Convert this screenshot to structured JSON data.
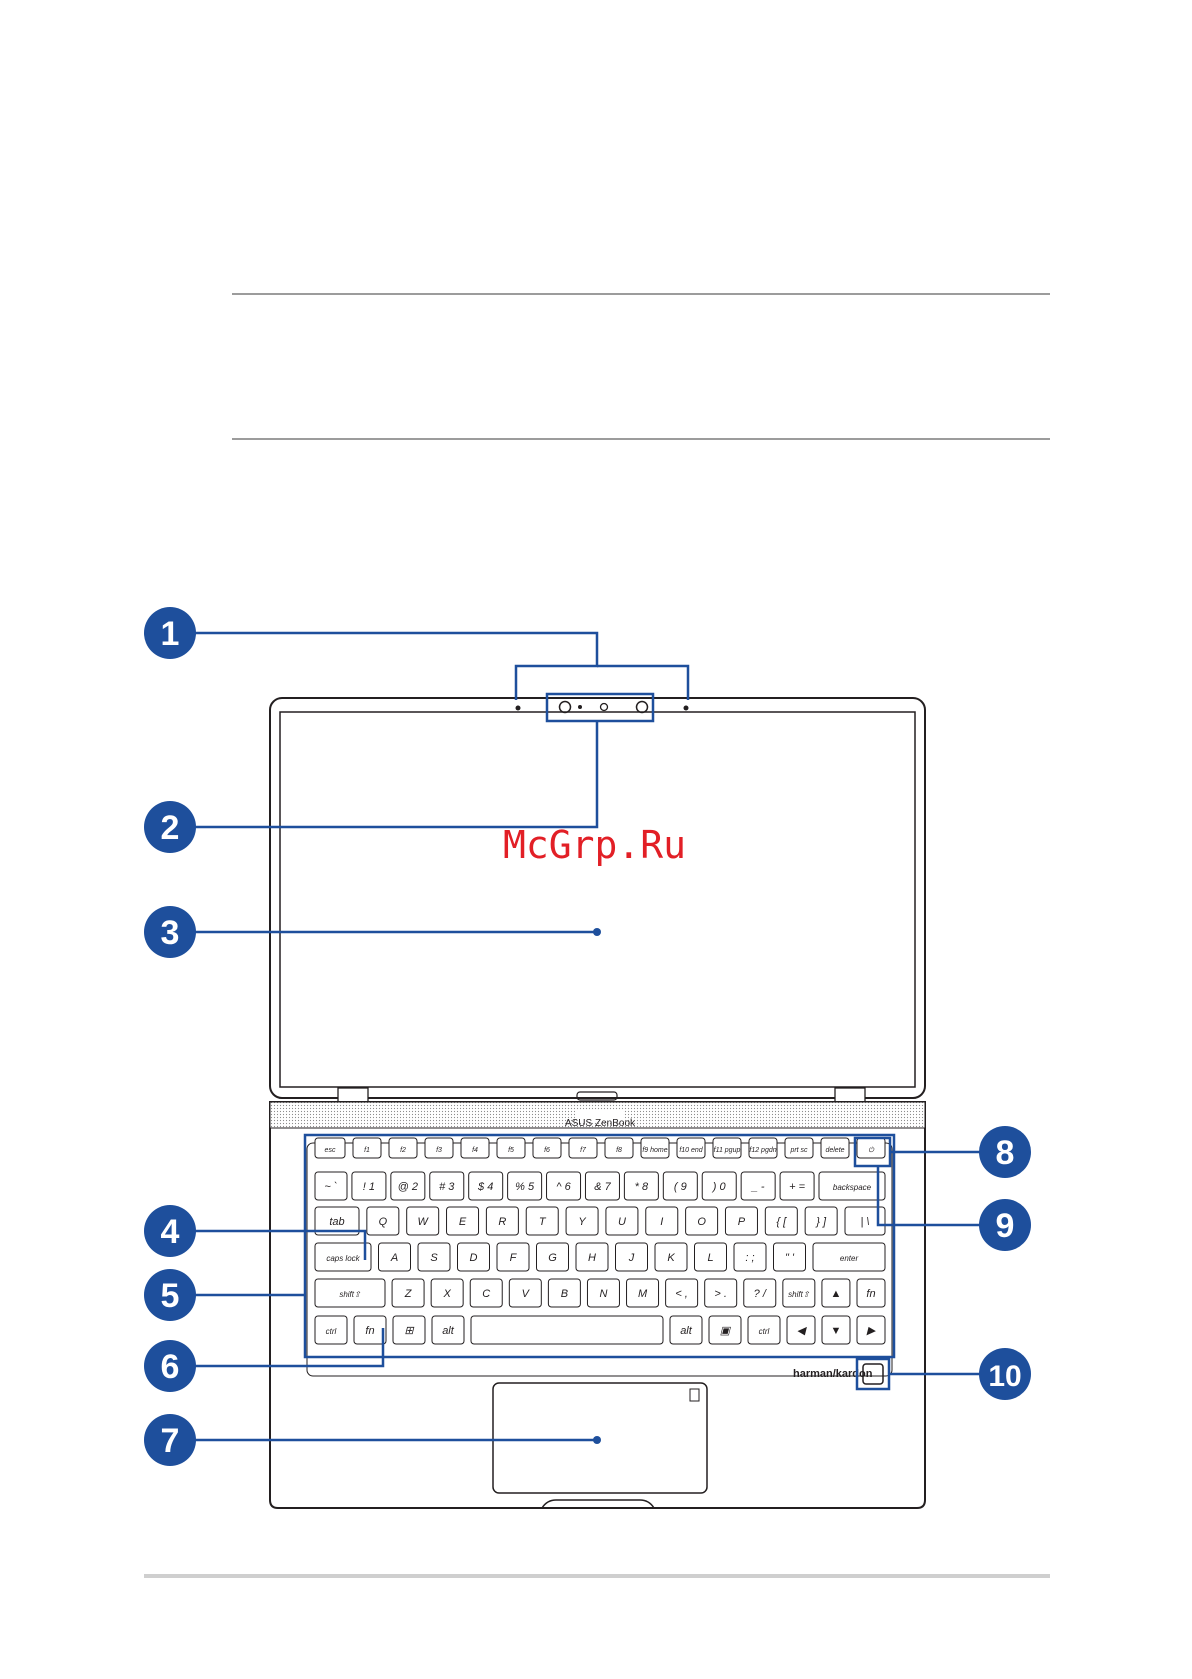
{
  "page": {
    "watermark": "McGrp.Ru"
  },
  "laptop": {
    "hinge_logo": "ASUS ZenBook",
    "speaker_brand": "harman/kardon"
  },
  "callouts": [
    "1",
    "2",
    "3",
    "4",
    "5",
    "6",
    "7",
    "8",
    "9",
    "10"
  ],
  "keyboard": {
    "rows": [
      [
        "esc",
        "f1",
        "f2",
        "f3",
        "f4",
        "f5",
        "f6",
        "f7",
        "f8",
        "f9 home",
        "f10 end",
        "f11 pgup",
        "f12 pgdn",
        "prt sc",
        "delete",
        "⏻"
      ],
      [
        "~ `",
        "! 1",
        "@ 2",
        "# 3",
        "$ 4",
        "% 5",
        "^ 6",
        "& 7",
        "* 8",
        "( 9",
        ") 0",
        "_ -",
        "+ =",
        "backspace"
      ],
      [
        "tab",
        "Q",
        "W",
        "E",
        "R",
        "T",
        "Y",
        "U",
        "I",
        "O",
        "P",
        "{ [",
        "} ]",
        "| \\"
      ],
      [
        "caps lock",
        "A",
        "S",
        "D",
        "F",
        "G",
        "H",
        "J",
        "K",
        "L",
        ": ;",
        "\" '",
        "enter"
      ],
      [
        "shift⇧",
        "Z",
        "X",
        "C",
        "V",
        "B",
        "N",
        "M",
        "< ,",
        "> .",
        "? /",
        "shift⇧",
        "▲",
        "fn"
      ],
      [
        "ctrl",
        "fn",
        "⊞",
        "alt",
        "",
        "alt",
        "▣",
        "ctrl",
        "◀",
        "▼",
        "▶"
      ]
    ]
  },
  "colors": {
    "callout_fill": "#1e4f9c",
    "callout_line": "#1e4f9c",
    "outline": "#231f20",
    "watermark": "#e21f26"
  }
}
